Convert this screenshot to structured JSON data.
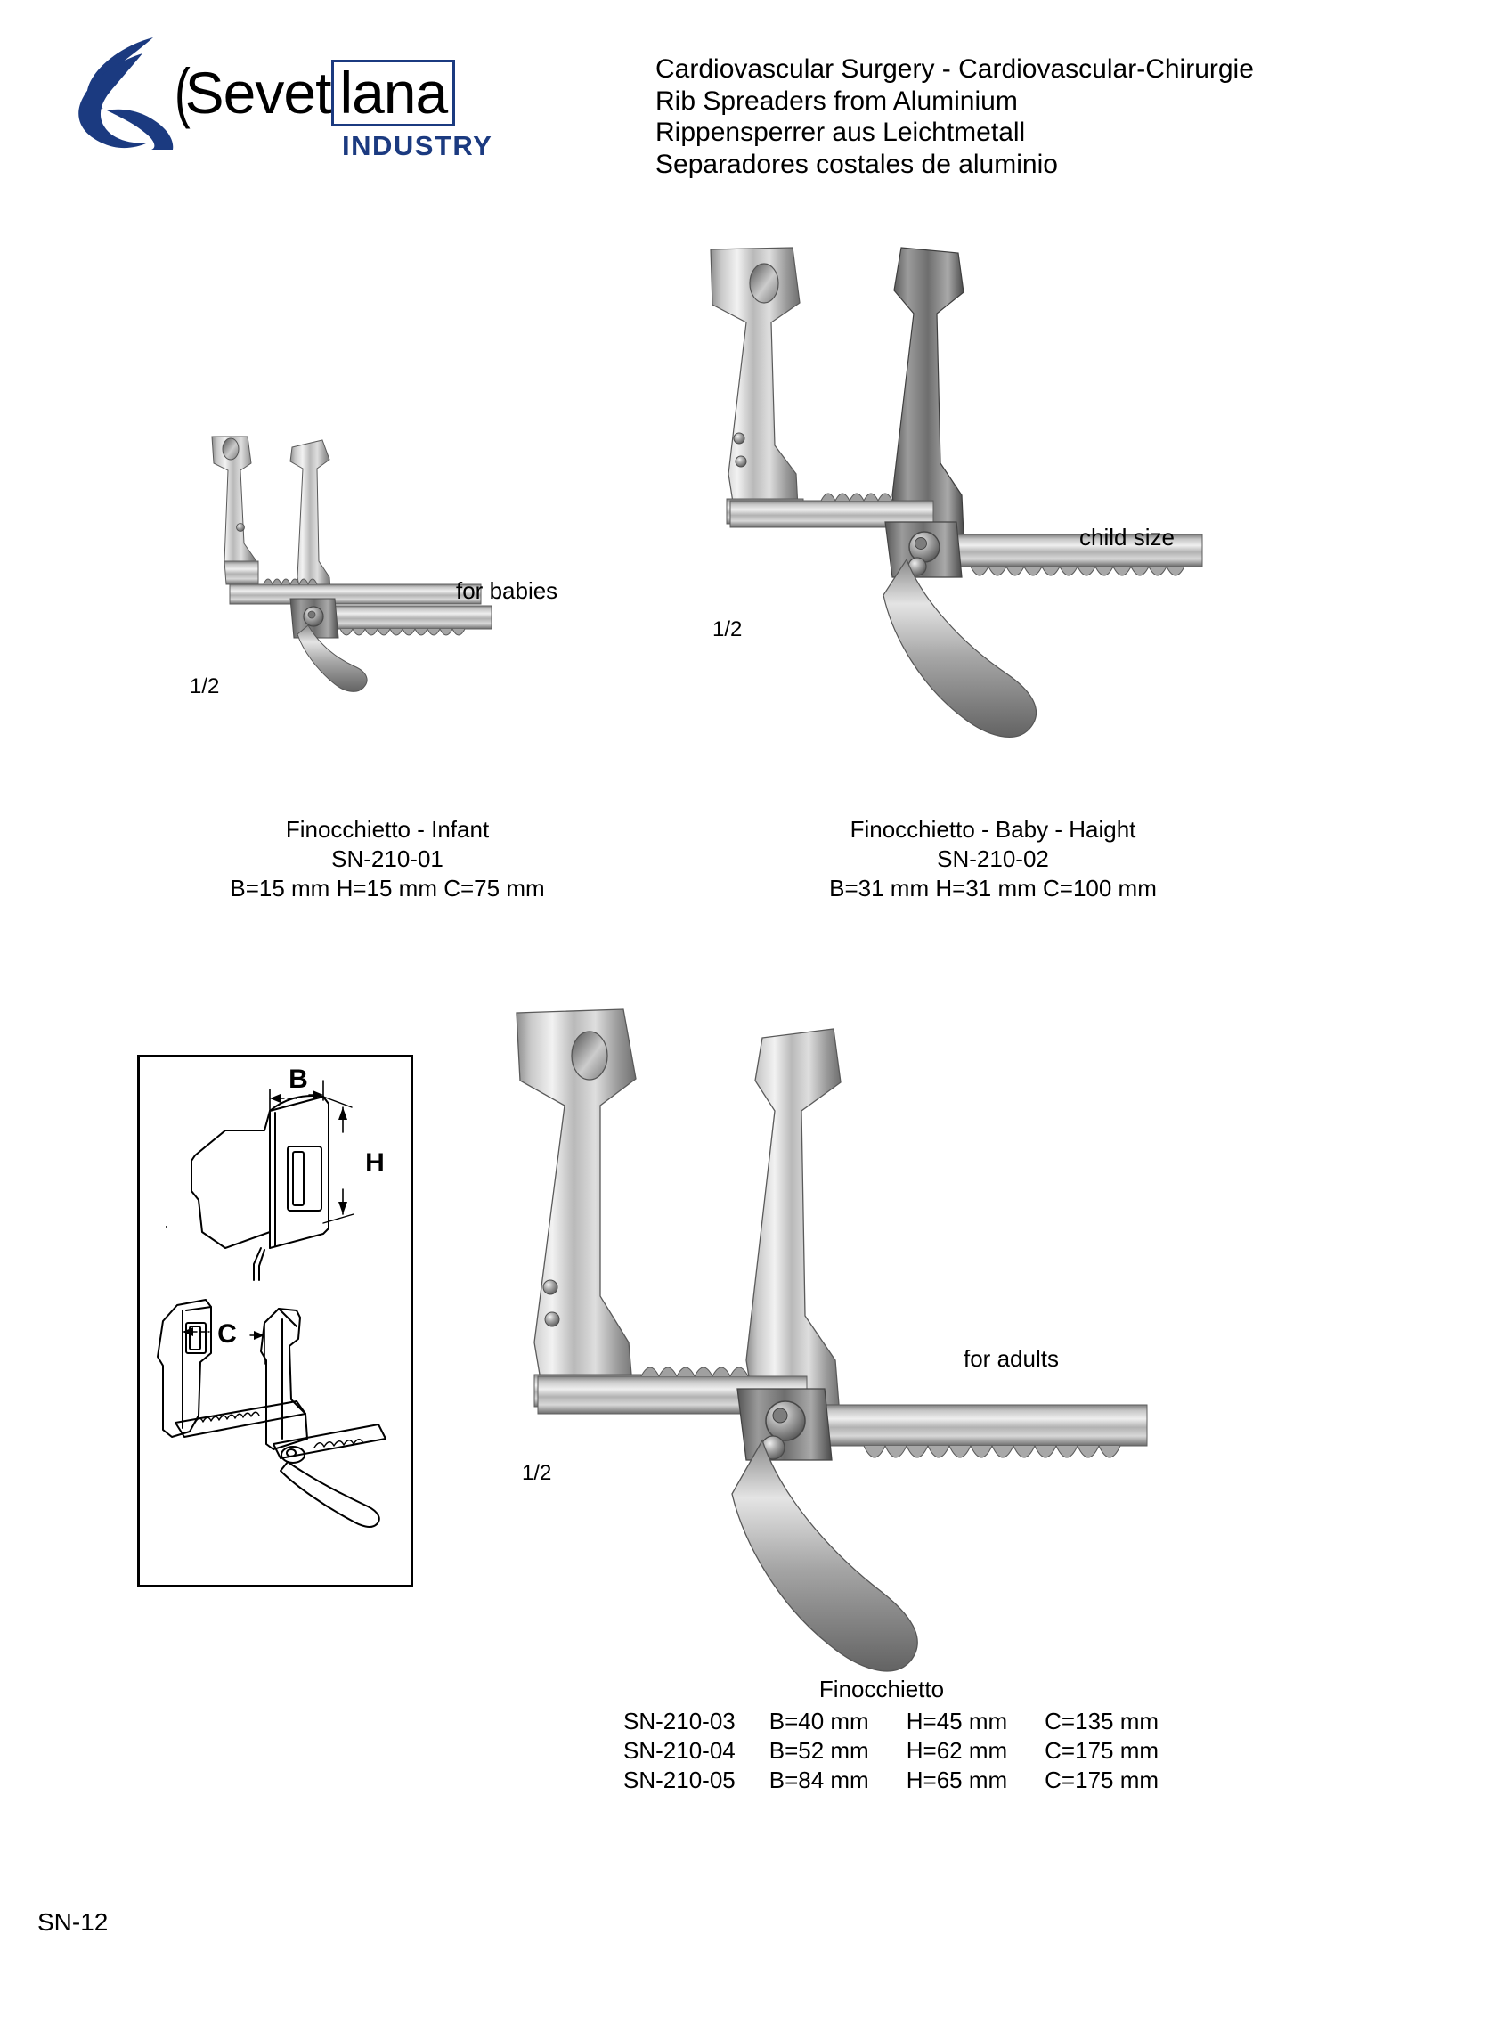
{
  "brand": {
    "paren": "(",
    "name_part1": "Sevet",
    "name_part2": "lana",
    "tagline": "INDUSTRY",
    "logo_blue": "#1b3a80"
  },
  "header": {
    "line1": "Cardiovascular Surgery  -  Cardiovascular-Chirurgie",
    "line2": "Rib Spreaders from Aluminium",
    "line3": "Rippensperrer aus Leichtmetall",
    "line4": "Separadores costales de aluminio"
  },
  "products": [
    {
      "id": "sn-210-01",
      "note": "for babies",
      "scale": "1/2",
      "name": "Finocchietto - Infant",
      "code": "SN-210-01",
      "specs": "B=15 mm    H=15 mm    C=75 mm"
    },
    {
      "id": "sn-210-02",
      "note": "child size",
      "scale": "1/2",
      "name": "Finocchietto - Baby - Haight",
      "code": "SN-210-02",
      "specs": "B=31 mm    H=31 mm    C=100 mm"
    },
    {
      "id": "sn-210-adults",
      "note": "for adults",
      "scale": "1/2",
      "name": "Finocchietto",
      "rows": [
        {
          "code": "SN-210-03",
          "b": "B=40 mm",
          "h": "H=45 mm",
          "c": "C=135 mm"
        },
        {
          "code": "SN-210-04",
          "b": "B=52 mm",
          "h": "H=62 mm",
          "c": "C=175 mm"
        },
        {
          "code": "SN-210-05",
          "b": "B=84 mm",
          "h": "H=65 mm",
          "c": "C=175 mm"
        }
      ]
    }
  ],
  "diagram": {
    "label_b": "B",
    "label_h": "H",
    "label_c": "C"
  },
  "footer": {
    "page_code": "SN-12"
  }
}
